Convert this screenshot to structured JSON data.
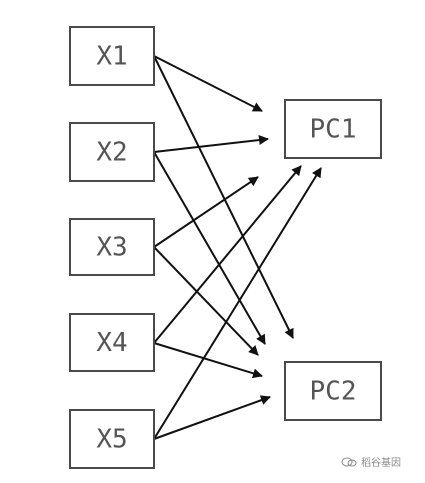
{
  "diagram": {
    "inputs": [
      {
        "id": "x1",
        "label": "X1"
      },
      {
        "id": "x2",
        "label": "X2"
      },
      {
        "id": "x3",
        "label": "X3"
      },
      {
        "id": "x4",
        "label": "X4"
      },
      {
        "id": "x5",
        "label": "X5"
      }
    ],
    "outputs": [
      {
        "id": "pc1",
        "label": "PC1"
      },
      {
        "id": "pc2",
        "label": "PC2"
      }
    ],
    "edges": [
      {
        "from": "x1",
        "to": "pc1"
      },
      {
        "from": "x1",
        "to": "pc2"
      },
      {
        "from": "x2",
        "to": "pc1"
      },
      {
        "from": "x2",
        "to": "pc2"
      },
      {
        "from": "x3",
        "to": "pc1"
      },
      {
        "from": "x3",
        "to": "pc2"
      },
      {
        "from": "x4",
        "to": "pc1"
      },
      {
        "from": "x4",
        "to": "pc2"
      },
      {
        "from": "x5",
        "to": "pc1"
      },
      {
        "from": "x5",
        "to": "pc2"
      }
    ]
  },
  "watermark": {
    "icon": "wechat-icon",
    "text": "稻谷基因"
  }
}
